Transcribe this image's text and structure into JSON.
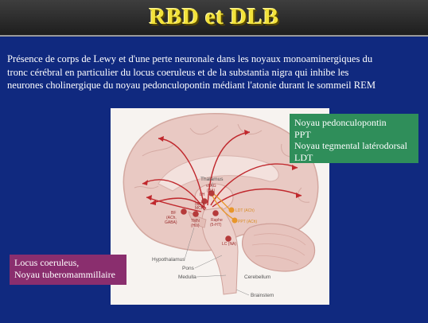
{
  "title": "RBD et DLB",
  "intro": [
    "Présence de corps de Lewy et d'une perte neuronale dans les noyaux monoaminergiques du",
    "tronc cérébral en particulier du  locus coeruleus et de la substantia nigra qui inhibe les",
    "neurones cholinergique du noyau pedonculopontin médiant l'atonie durant le sommeil REM"
  ],
  "green_box": [
    "Noyau pedonculopontin",
    "PPT",
    "Noyau tegmental latérodorsal",
    "LDT"
  ],
  "purple_box": [
    "Locus coeruleus,",
    "Noyau tuberomammillaire"
  ],
  "figure": {
    "thalamus": "Thalamus",
    "hypothalamus": "Hypothalamus",
    "pons": "Pons",
    "medulla": "Medulla",
    "cerebellum": "Cerebellum",
    "brainstem": "Brainstem",
    "nuclei": {
      "vpag_a": "vPAG",
      "vpag_b": "(DA)",
      "lh_a": "LH",
      "lh_b": "(ORX",
      "lh_c": "MCH)",
      "bf_a": "BF",
      "bf_b": "(ACh,",
      "bf_c": "GABA)",
      "tmn_a": "TMN",
      "tmn_b": "(His)",
      "raphe_a": "Raphe",
      "raphe_b": "(5-HT)",
      "ldt": "LDT (ACh)",
      "ppt": "PPT (ACh)",
      "lc": "LC (NA)"
    }
  },
  "colors": {
    "background": "#10297f",
    "title_text": "#f2e23a",
    "green_box": "#2f8e5a",
    "purple_box": "#8a2e6e",
    "arrows": "#c0282d",
    "ach_arrows": "#e8962a"
  }
}
